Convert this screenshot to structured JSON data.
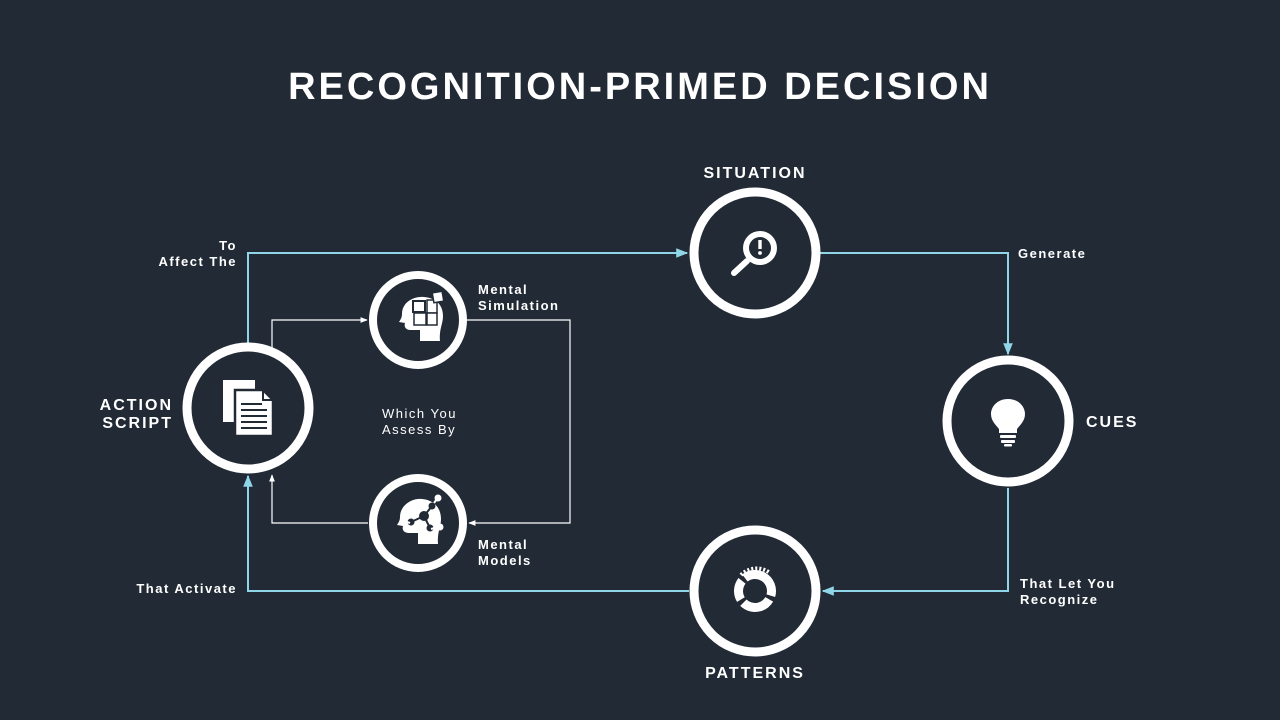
{
  "title": "RECOGNITION-PRIMED DECISION",
  "colors": {
    "background": "#222a35",
    "main_connector": "#8fd6e8",
    "inner_connector": "#ffffff",
    "ring": "#ffffff",
    "text": "#ffffff"
  },
  "nodes": {
    "situation": {
      "label": "SITUATION",
      "icon": "search-alert-icon"
    },
    "cues": {
      "label": "CUES",
      "icon": "lightbulb-icon"
    },
    "patterns": {
      "label": "PATTERNS",
      "icon": "donut-chart-icon"
    },
    "action_script": {
      "line1": "ACTION",
      "line2": "SCRIPT",
      "icon": "documents-icon"
    },
    "mental_simulation": {
      "line1": "Mental",
      "line2": "Simulation",
      "icon": "head-puzzle-icon"
    },
    "mental_models": {
      "line1": "Mental",
      "line2": "Models",
      "icon": "head-network-icon"
    }
  },
  "edges": {
    "to_affect_the": {
      "line1": "To",
      "line2": "Affect The"
    },
    "generate": "Generate",
    "that_let_you_recognize": {
      "line1": "That Let You",
      "line2": "Recognize"
    },
    "that_activate": "That Activate",
    "which_you_assess_by": {
      "line1": "Which You",
      "line2": "Assess By"
    }
  }
}
